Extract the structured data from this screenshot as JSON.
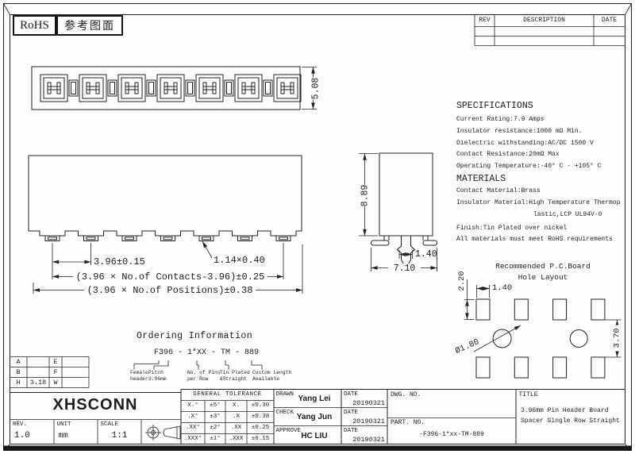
{
  "badges": {
    "rohs": "RoHS",
    "reference": "参考图面"
  },
  "revision_table": {
    "headers": [
      "REV",
      "DESCRIPTION",
      "DATE"
    ]
  },
  "views": {
    "top_dim": "5.08",
    "front": {
      "pitch": "3.96±0.15",
      "pin": "1.14×0.40",
      "contacts": "(3.96 × No.of Contacts-3.96)±0.25",
      "positions": "(3.96 × No.of Positions)±0.38"
    },
    "side": {
      "height": "8.89",
      "peg": "1.40",
      "width": "7.10"
    }
  },
  "specifications": {
    "title": "SPECIFICATIONS",
    "lines": [
      "Current Rating:7.9 Amps",
      "Insulator resistance:1000 mΩ Min.",
      "Dielectric withstanding:AC/DC 1500 V",
      "Contact Resistance:20mΩ Max",
      "Operating Temperature:-40° C - +105° C"
    ]
  },
  "materials": {
    "title": "MATERIALS",
    "lines": [
      "Contact Material:Brass",
      "Insulator Material:High Temperature Thermop",
      "lastic,LCP UL94V-0",
      "Finish:Tin Plated over nickel",
      "All materials must meet RoHS requirements"
    ]
  },
  "hole_layout": {
    "title1": "Recommended P.C.Board",
    "title2": "Hole Layout",
    "pad_h": "2.20",
    "pad_w": "1.40",
    "dia": "Ø1.80",
    "gap": "3.70"
  },
  "ordering": {
    "title": "Ordering Information",
    "code": "F396 - 1*XX - TM - 889",
    "labels": [
      [
        "Female",
        "header"
      ],
      [
        "Pitch",
        "3.96mm"
      ],
      [
        "No. of Pins",
        "per Row"
      ],
      [
        "Tin Plated",
        "&Straight"
      ],
      [
        "Custom Length",
        "Available"
      ]
    ]
  },
  "dim_table": {
    "rows": [
      [
        "A",
        "",
        "E",
        ""
      ],
      [
        "B",
        "",
        "F",
        ""
      ],
      [
        "H",
        "3.18",
        "W",
        ""
      ]
    ]
  },
  "title_block": {
    "logo": "XHSCONN",
    "rev_label": "REV.",
    "rev": "1.0",
    "unit_label": "UNIT",
    "unit": "mm",
    "scale_label": "SCALE",
    "scale": "1:1",
    "tol_header": "GENERAL  TOLERANCE",
    "tol_rows": [
      [
        "X.°",
        "±5°",
        "X.",
        "±0.30"
      ],
      [
        ".X°",
        "±3°",
        ".X",
        "±0.38"
      ],
      [
        ".XX°",
        "±2°",
        ".XX",
        "±0.25"
      ],
      [
        ".XXX°",
        "±1°",
        ".XXX",
        "±0.15"
      ]
    ],
    "signoff": [
      {
        "role": "DRAWN",
        "name": "Yang Lei",
        "date_label": "DATE",
        "date": "20190321"
      },
      {
        "role": "CHECK",
        "name": "Yang Jun",
        "date_label": "DATE",
        "date": "20190321"
      },
      {
        "role": "APPROVE",
        "name": "HC LIU",
        "date_label": "DATE",
        "date": "20190321"
      }
    ],
    "dwg_label": "DWG. NO.",
    "part_label": "PART. NO.",
    "part_no": "-F396-1*xx-TM-889",
    "title_label": "TITLE",
    "title1": "3.96mm Pin Header Board",
    "title2": "Spacer Single Row Straight"
  }
}
